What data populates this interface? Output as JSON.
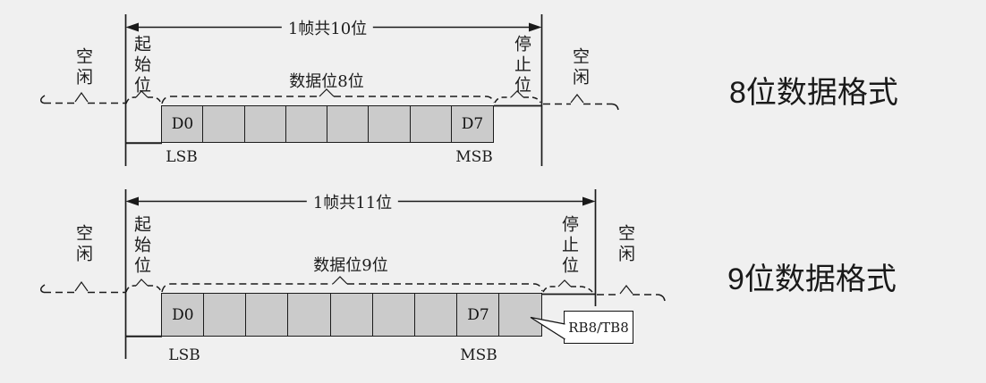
{
  "colors": {
    "background": "#f0f0f0",
    "cell_fill": "#cbcbcb",
    "line": "#1a1a1a",
    "callout_bg": "#ffffff"
  },
  "top_diagram": {
    "title": "8位数据格式",
    "frame_label": "1帧共10位",
    "data_bits_label": "数据位8位",
    "idle_left_label": "空闲",
    "start_bit_label": "起始位",
    "stop_bit_label": "停止位",
    "idle_right_label": "空闲",
    "lsb_label": "LSB",
    "msb_label": "MSB",
    "cells": [
      "D0",
      "",
      "",
      "",
      "",
      "",
      "",
      "D7"
    ]
  },
  "bottom_diagram": {
    "title": "9位数据格式",
    "frame_label": "1帧共11位",
    "data_bits_label": "数据位9位",
    "idle_left_label": "空闲",
    "start_bit_label": "起始位",
    "stop_bit_label": "停止位",
    "idle_right_label": "空闲",
    "lsb_label": "LSB",
    "msb_label": "MSB",
    "cells": [
      "D0",
      "",
      "",
      "",
      "",
      "",
      "",
      "D7",
      ""
    ],
    "ninth_bit_callout": "RB8/TB8"
  }
}
